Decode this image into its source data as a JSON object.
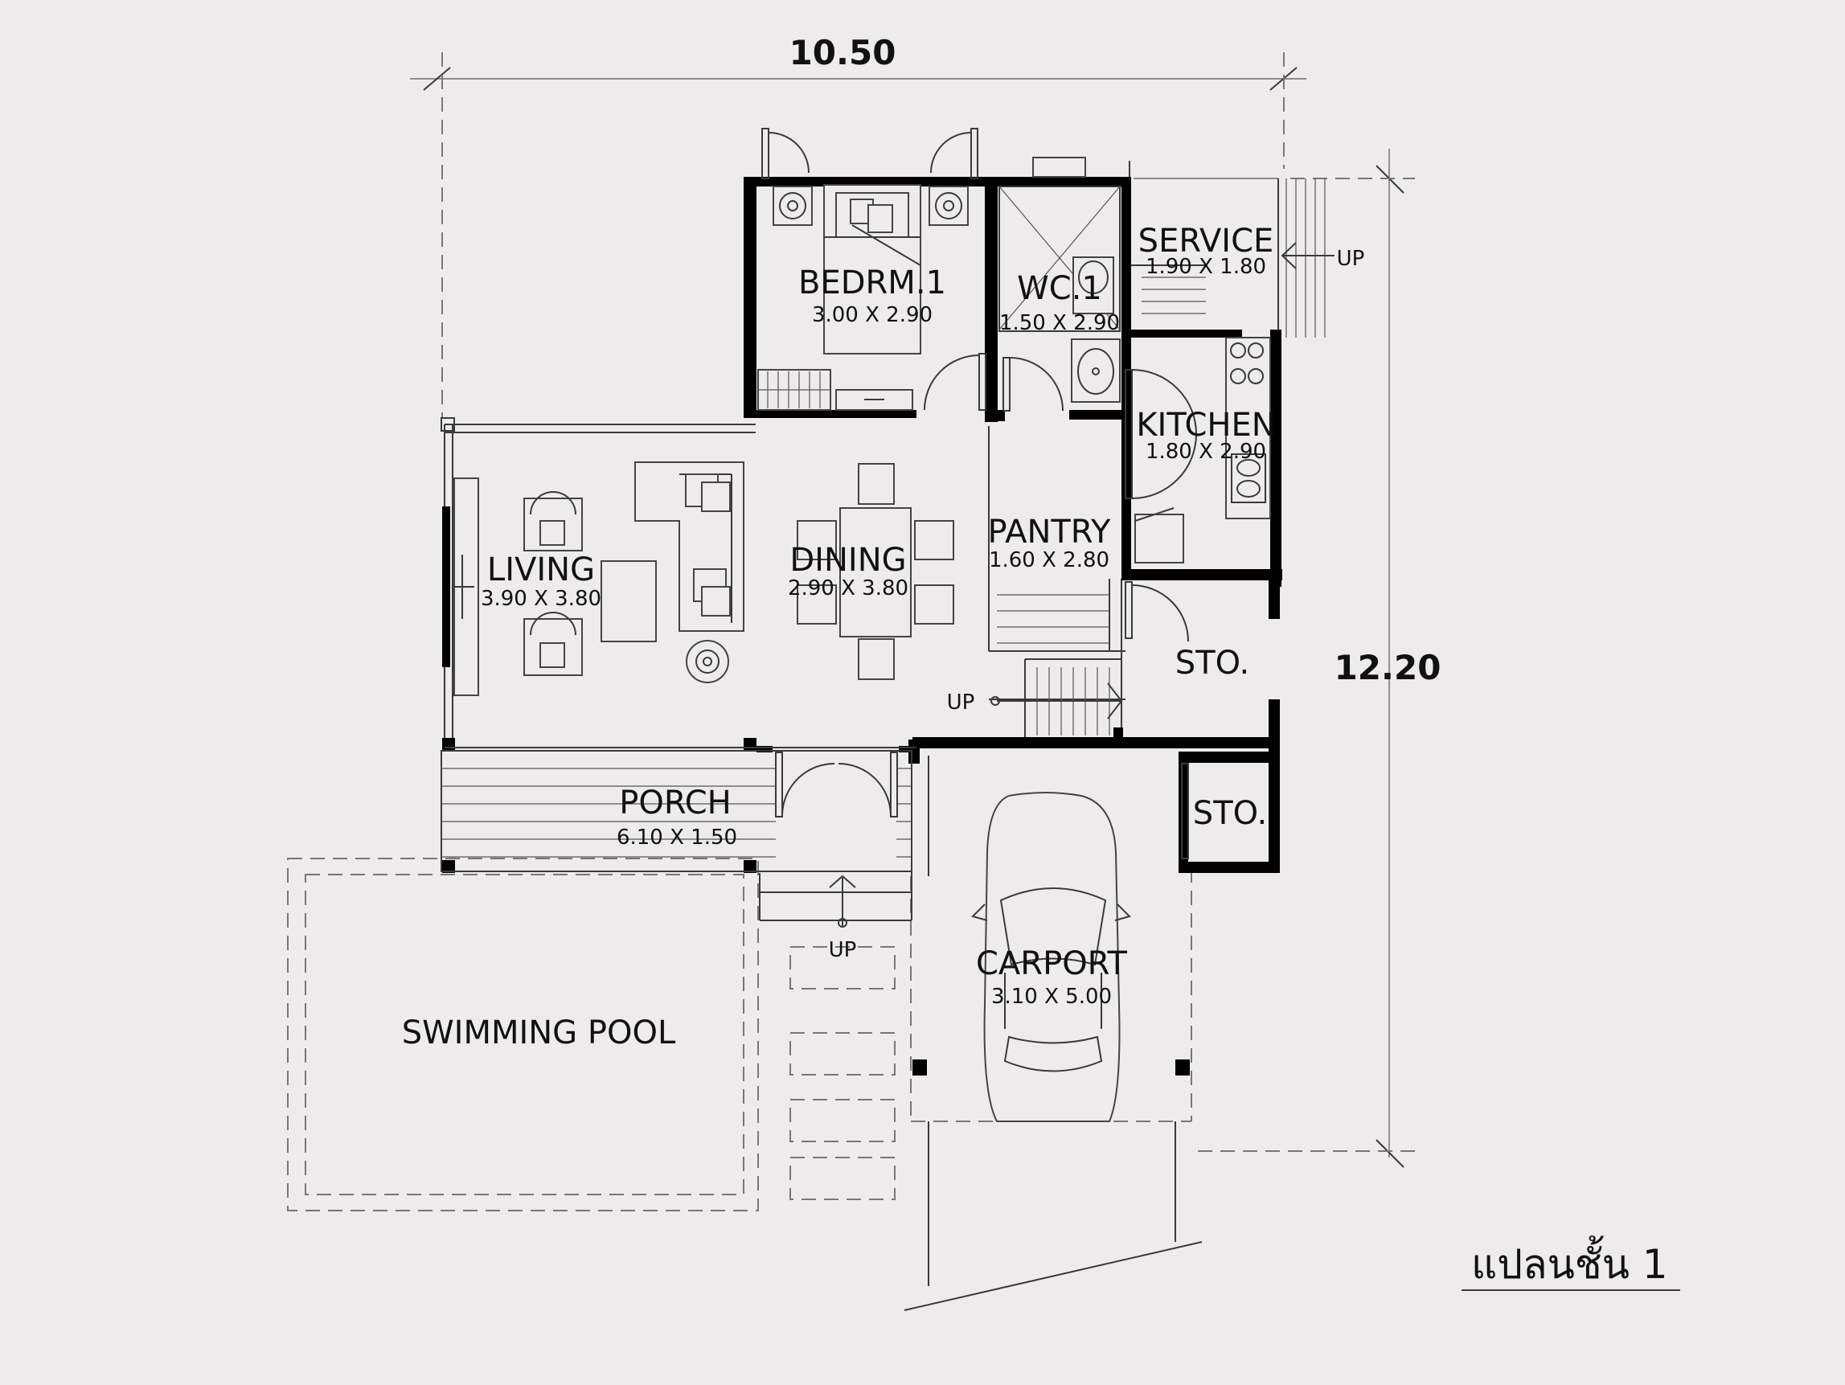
{
  "dimensions": {
    "width": "10.50",
    "depth": "12.20"
  },
  "rooms": {
    "bedroom": {
      "name": "BEDRM.1",
      "size": "3.00 X 2.90"
    },
    "wc": {
      "name": "WC.1",
      "size": "1.50 X 2.90"
    },
    "service": {
      "name": "SERVICE",
      "size": "1.90 X 1.80"
    },
    "kitchen": {
      "name": "KITCHEN",
      "size": "1.80 X 2.90"
    },
    "pantry": {
      "name": "PANTRY",
      "size": "1.60 X 2.80"
    },
    "living": {
      "name": "LIVING",
      "size": "3.90 X 3.80"
    },
    "dining": {
      "name": "DINING",
      "size": "2.90 X 3.80"
    },
    "storage_1": {
      "name": "STO."
    },
    "storage_2": {
      "name": "STO."
    },
    "porch": {
      "name": "PORCH",
      "size": "6.10 X 1.50"
    },
    "carport": {
      "name": "CARPORT",
      "size": "3.10 X 5.00"
    },
    "pool": {
      "name": "SWIMMING POOL"
    }
  },
  "stair_markers": {
    "up": "UP"
  },
  "plan_title": "แปลนชั้น 1",
  "colors": {
    "background": "#edebec",
    "wall": "#000000",
    "line": "#3a3a3a"
  }
}
